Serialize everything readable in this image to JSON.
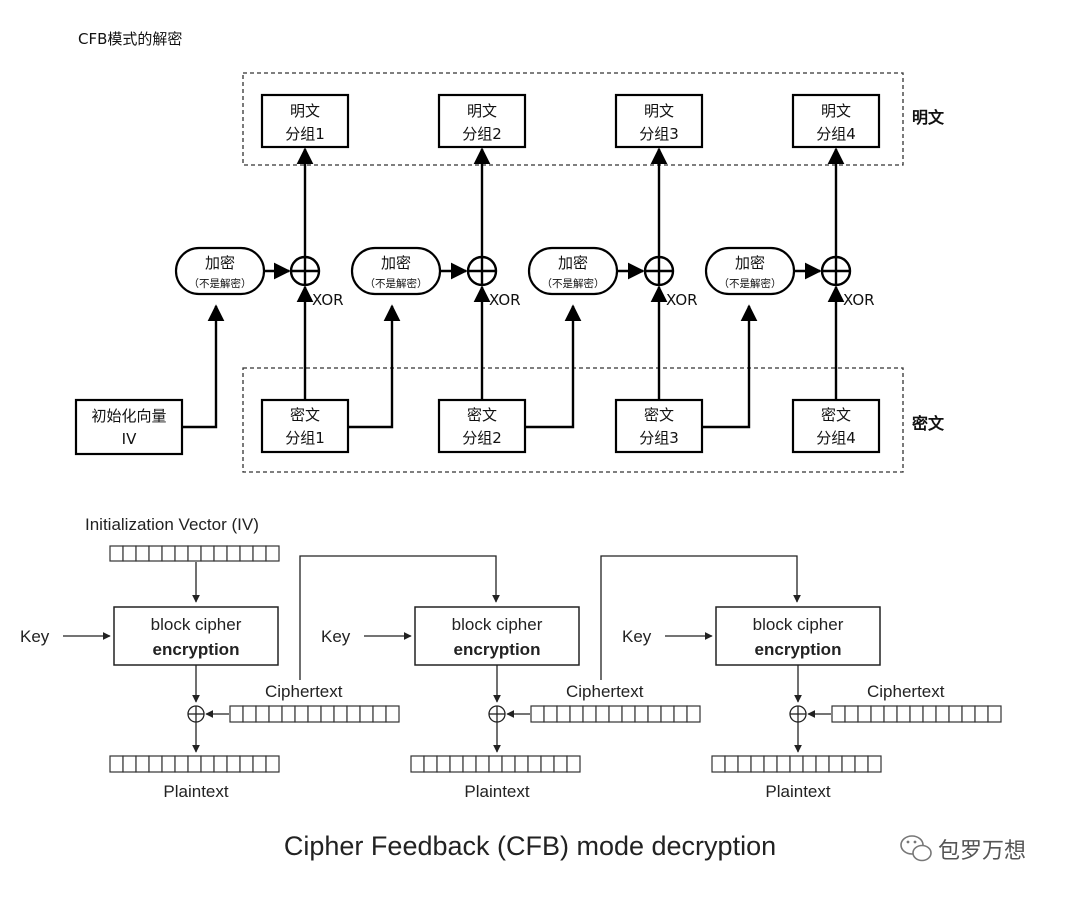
{
  "top": {
    "title": "CFB模式的解密",
    "plaintext_group_label": "明文",
    "ciphertext_group_label": "密文",
    "plaintext_blocks": [
      {
        "line1": "明文",
        "line2": "分组1"
      },
      {
        "line1": "明文",
        "line2": "分组2"
      },
      {
        "line1": "明文",
        "line2": "分组3"
      },
      {
        "line1": "明文",
        "line2": "分组4"
      }
    ],
    "ciphertext_blocks": [
      {
        "line1": "密文",
        "line2": "分组1"
      },
      {
        "line1": "密文",
        "line2": "分组2"
      },
      {
        "line1": "密文",
        "line2": "分组3"
      },
      {
        "line1": "密文",
        "line2": "分组4"
      }
    ],
    "encrypt_ops": [
      {
        "line1": "加密",
        "line2": "（不是解密）"
      },
      {
        "line1": "加密",
        "line2": "（不是解密）"
      },
      {
        "line1": "加密",
        "line2": "（不是解密）"
      },
      {
        "line1": "加密",
        "line2": "（不是解密）"
      }
    ],
    "xor_label": "XOR",
    "iv": {
      "line1": "初始化向量",
      "line2": "IV"
    }
  },
  "bottom": {
    "iv_label": "Initialization Vector (IV)",
    "stages": [
      {
        "key_label": "Key",
        "cipher_line1": "block cipher",
        "cipher_line2": "encryption",
        "ciphertext_label": "Ciphertext",
        "plaintext_label": "Plaintext"
      },
      {
        "key_label": "Key",
        "cipher_line1": "block cipher",
        "cipher_line2": "encryption",
        "ciphertext_label": "Ciphertext",
        "plaintext_label": "Plaintext"
      },
      {
        "key_label": "Key",
        "cipher_line1": "block cipher",
        "cipher_line2": "encryption",
        "ciphertext_label": "Ciphertext",
        "plaintext_label": "Plaintext"
      }
    ],
    "caption": "Cipher Feedback (CFB) mode decryption"
  },
  "watermark": {
    "icon": "wechat-icon",
    "text": "包罗万想"
  }
}
